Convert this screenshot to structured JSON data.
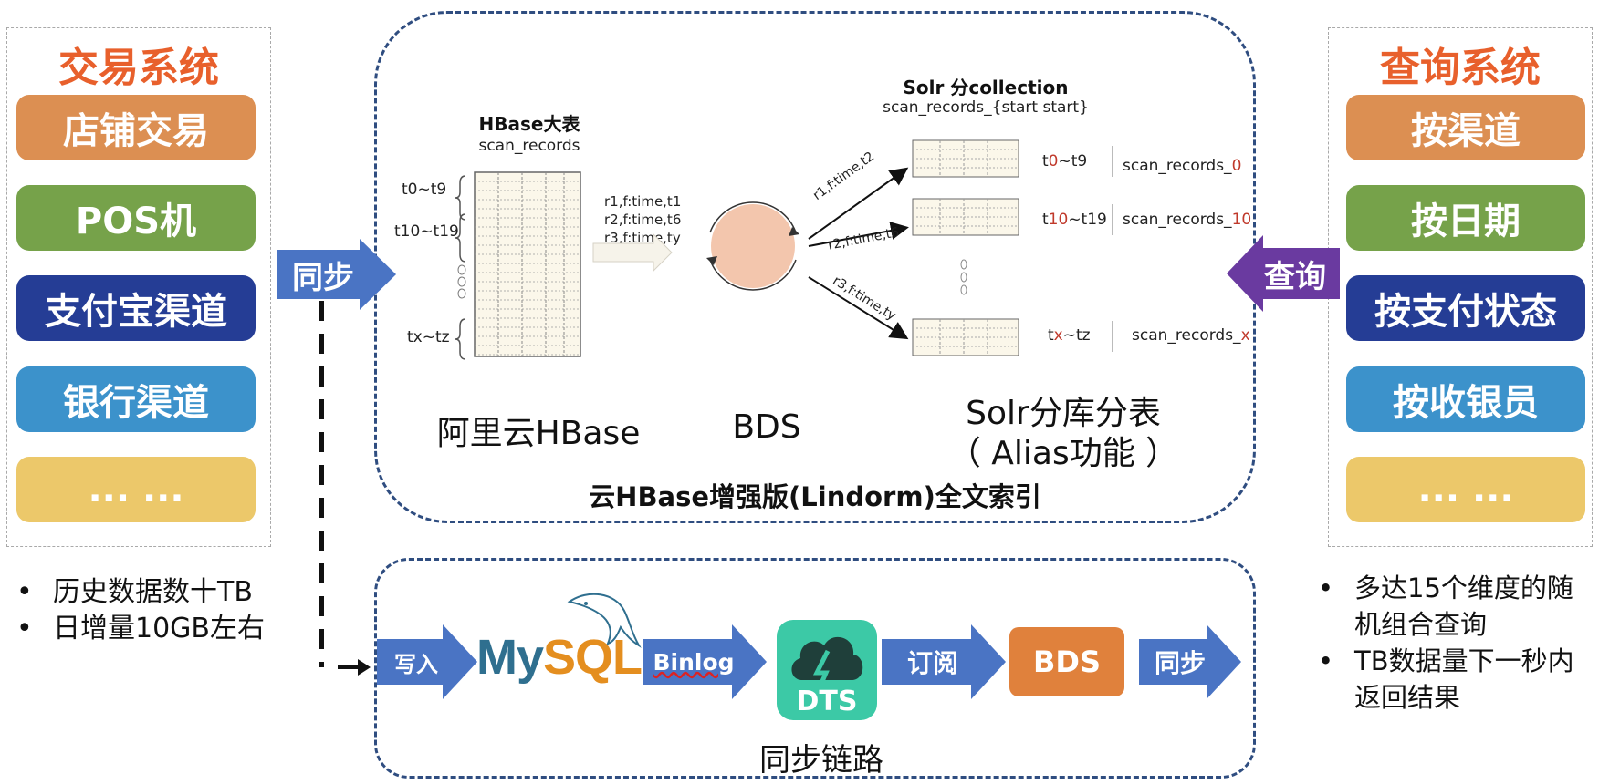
{
  "left": {
    "title": "交易系统",
    "items": [
      "店铺交易",
      "POS机",
      "支付宝渠道",
      "银行渠道",
      "... ..."
    ],
    "bullets": [
      "历史数据数十TB",
      "日增量10GB左右"
    ]
  },
  "right": {
    "title": "查询系统",
    "items": [
      "按渠道",
      "按日期",
      "按支付状态",
      "按收银员",
      "... ..."
    ],
    "bullets": [
      "多达15个维度的随机组合查询",
      "TB数据量下一秒内返回结果"
    ]
  },
  "arrows": {
    "sync_left": "同步",
    "query_right": "查询",
    "write": "写入",
    "binlog": "Binlog",
    "subscribe": "订阅",
    "sync_bottom": "同步"
  },
  "hbase": {
    "title": "HBase大表",
    "subtitle": "scan_records",
    "ranges": [
      "t0~t9",
      "t10~t19",
      "tx~tz"
    ],
    "records": [
      "r1,f:time,t1",
      "r2,f:time,t6",
      "r3,f:time,ty"
    ],
    "label": "阿里云HBase"
  },
  "bds": {
    "label": "BDS"
  },
  "solr": {
    "title": "Solr 分collection",
    "subtitle": "scan_records_{start start}",
    "routes": [
      "r1,f:time,t2",
      "r2,f:time,t6",
      "r3,f:time,ty"
    ],
    "collections": [
      {
        "range_pre": "t",
        "range_mid": "0",
        "range_post": "~t9",
        "name_pre": "scan_records_",
        "name_suffix": "0"
      },
      {
        "range_pre": "t",
        "range_mid": "10",
        "range_post": "~t19",
        "name_pre": "scan_records_",
        "name_suffix": "10"
      },
      {
        "range_pre": "t",
        "range_mid": "x",
        "range_post": "~tz",
        "name_pre": "scan_records_",
        "name_suffix": "x"
      }
    ],
    "label_line1": "Solr分库分表",
    "label_line2": "（ Alias功能 ）"
  },
  "region_top_label": "云HBase增强版(Lindorm)全文索引",
  "pipeline": {
    "mysql": "MySQL",
    "dts": "DTS",
    "bds": "BDS",
    "label": "同步链路"
  },
  "colors": {
    "orange": "#dc8f52",
    "green": "#76a24a",
    "navy": "#253d95",
    "teal_blue": "#3c92cb",
    "yellow": "#ecc86a",
    "title_orange": "#e8602c",
    "arrow_blue": "#4a74c4",
    "arrow_purple": "#6a3aa0",
    "dashed_border": "#2f4d80",
    "dts_green": "#3cc9a6",
    "bds_orange": "#e0813c"
  }
}
